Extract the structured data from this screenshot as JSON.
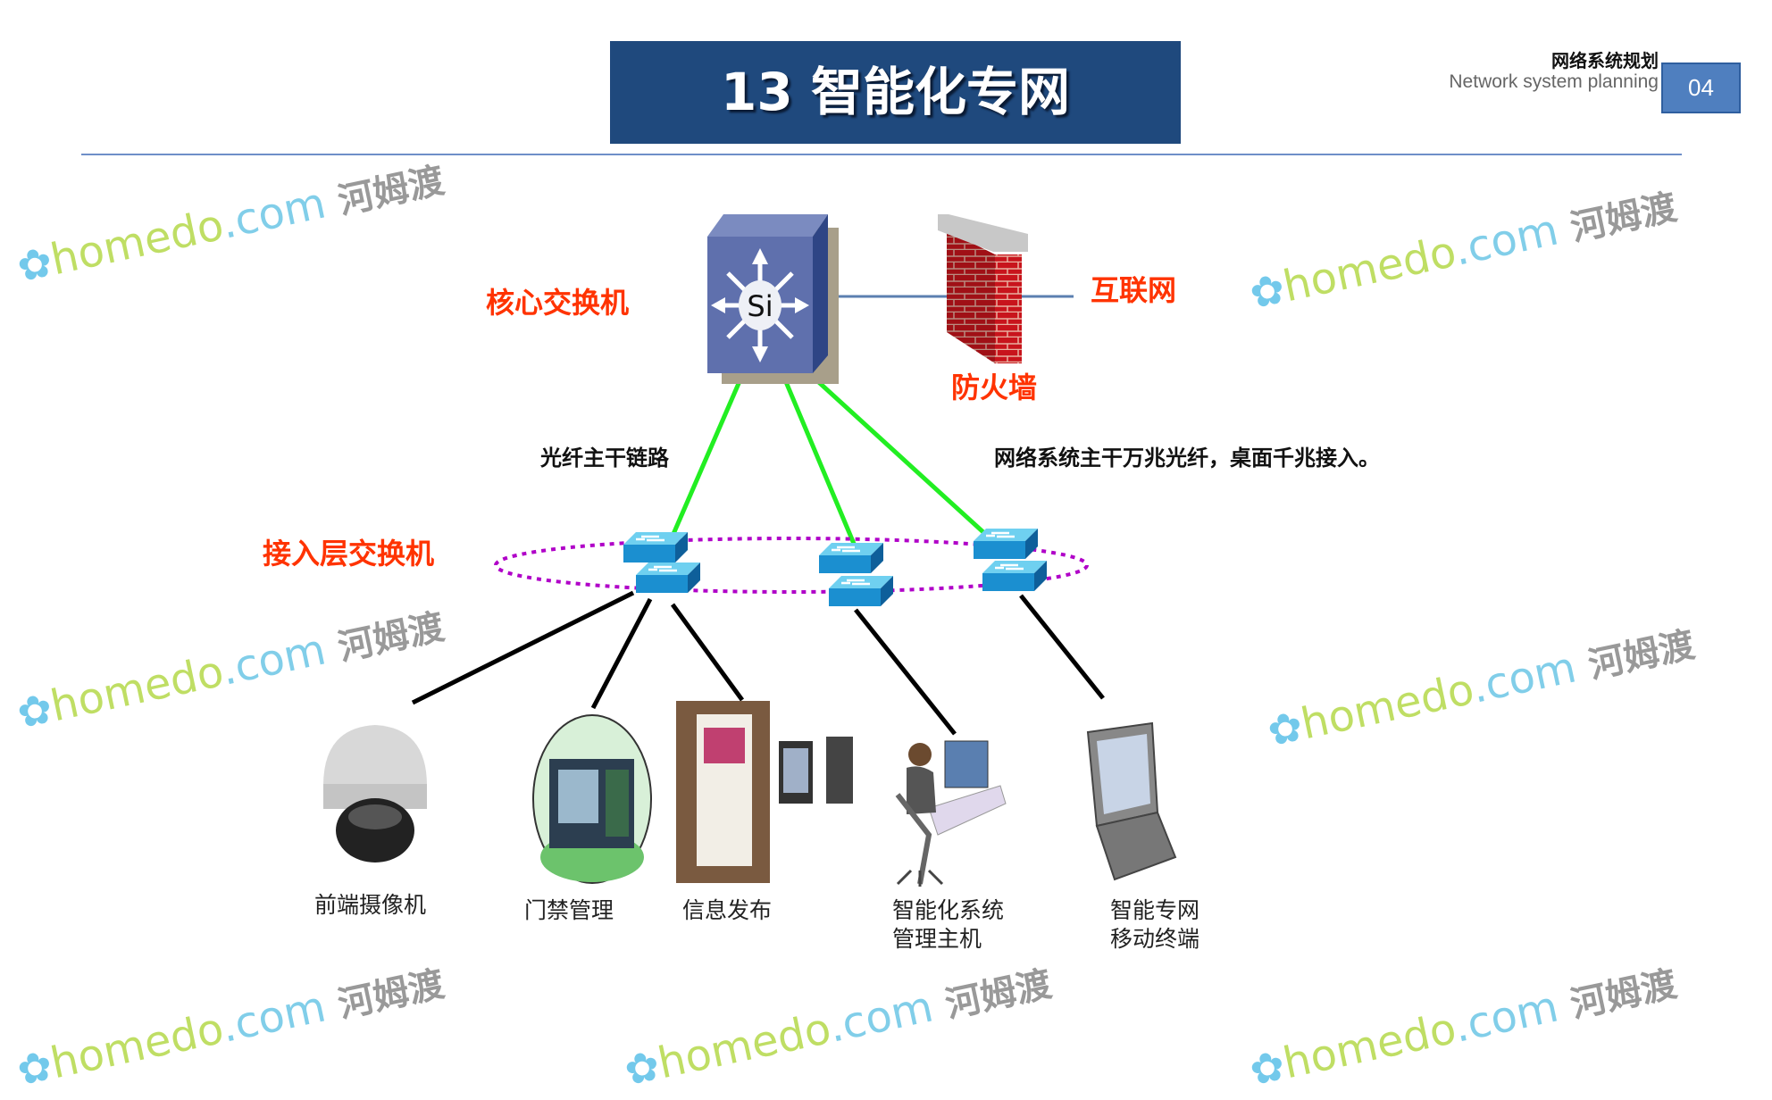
{
  "header": {
    "title": "13 智能化专网",
    "section_cn": "网络系统规划",
    "section_en": "Network system planning",
    "page_number": "04"
  },
  "diagram": {
    "core_switch_label": "核心交换机",
    "core_switch_icon_text": "Si",
    "internet_label": "互联网",
    "firewall_label": "防火墙",
    "backbone_label": "光纤主干链路",
    "network_note": "网络系统主干万兆光纤，桌面千兆接入。",
    "access_switch_label": "接入层交换机",
    "devices": [
      {
        "line1": "前端摄像机",
        "line2": ""
      },
      {
        "line1": "门禁管理",
        "line2": ""
      },
      {
        "line1": "信息发布",
        "line2": ""
      },
      {
        "line1": "智能化系统",
        "line2": "管理主机"
      },
      {
        "line1": "智能专网",
        "line2": "移动终端"
      }
    ],
    "colors": {
      "title_bg": "#1f497d",
      "label_red": "#ff3300",
      "fiber_green": "#22ee22",
      "ring_purple": "#b000c8"
    }
  },
  "watermark": {
    "brand": "homedo",
    "domain": ".com",
    "cn": "河姆渡"
  }
}
